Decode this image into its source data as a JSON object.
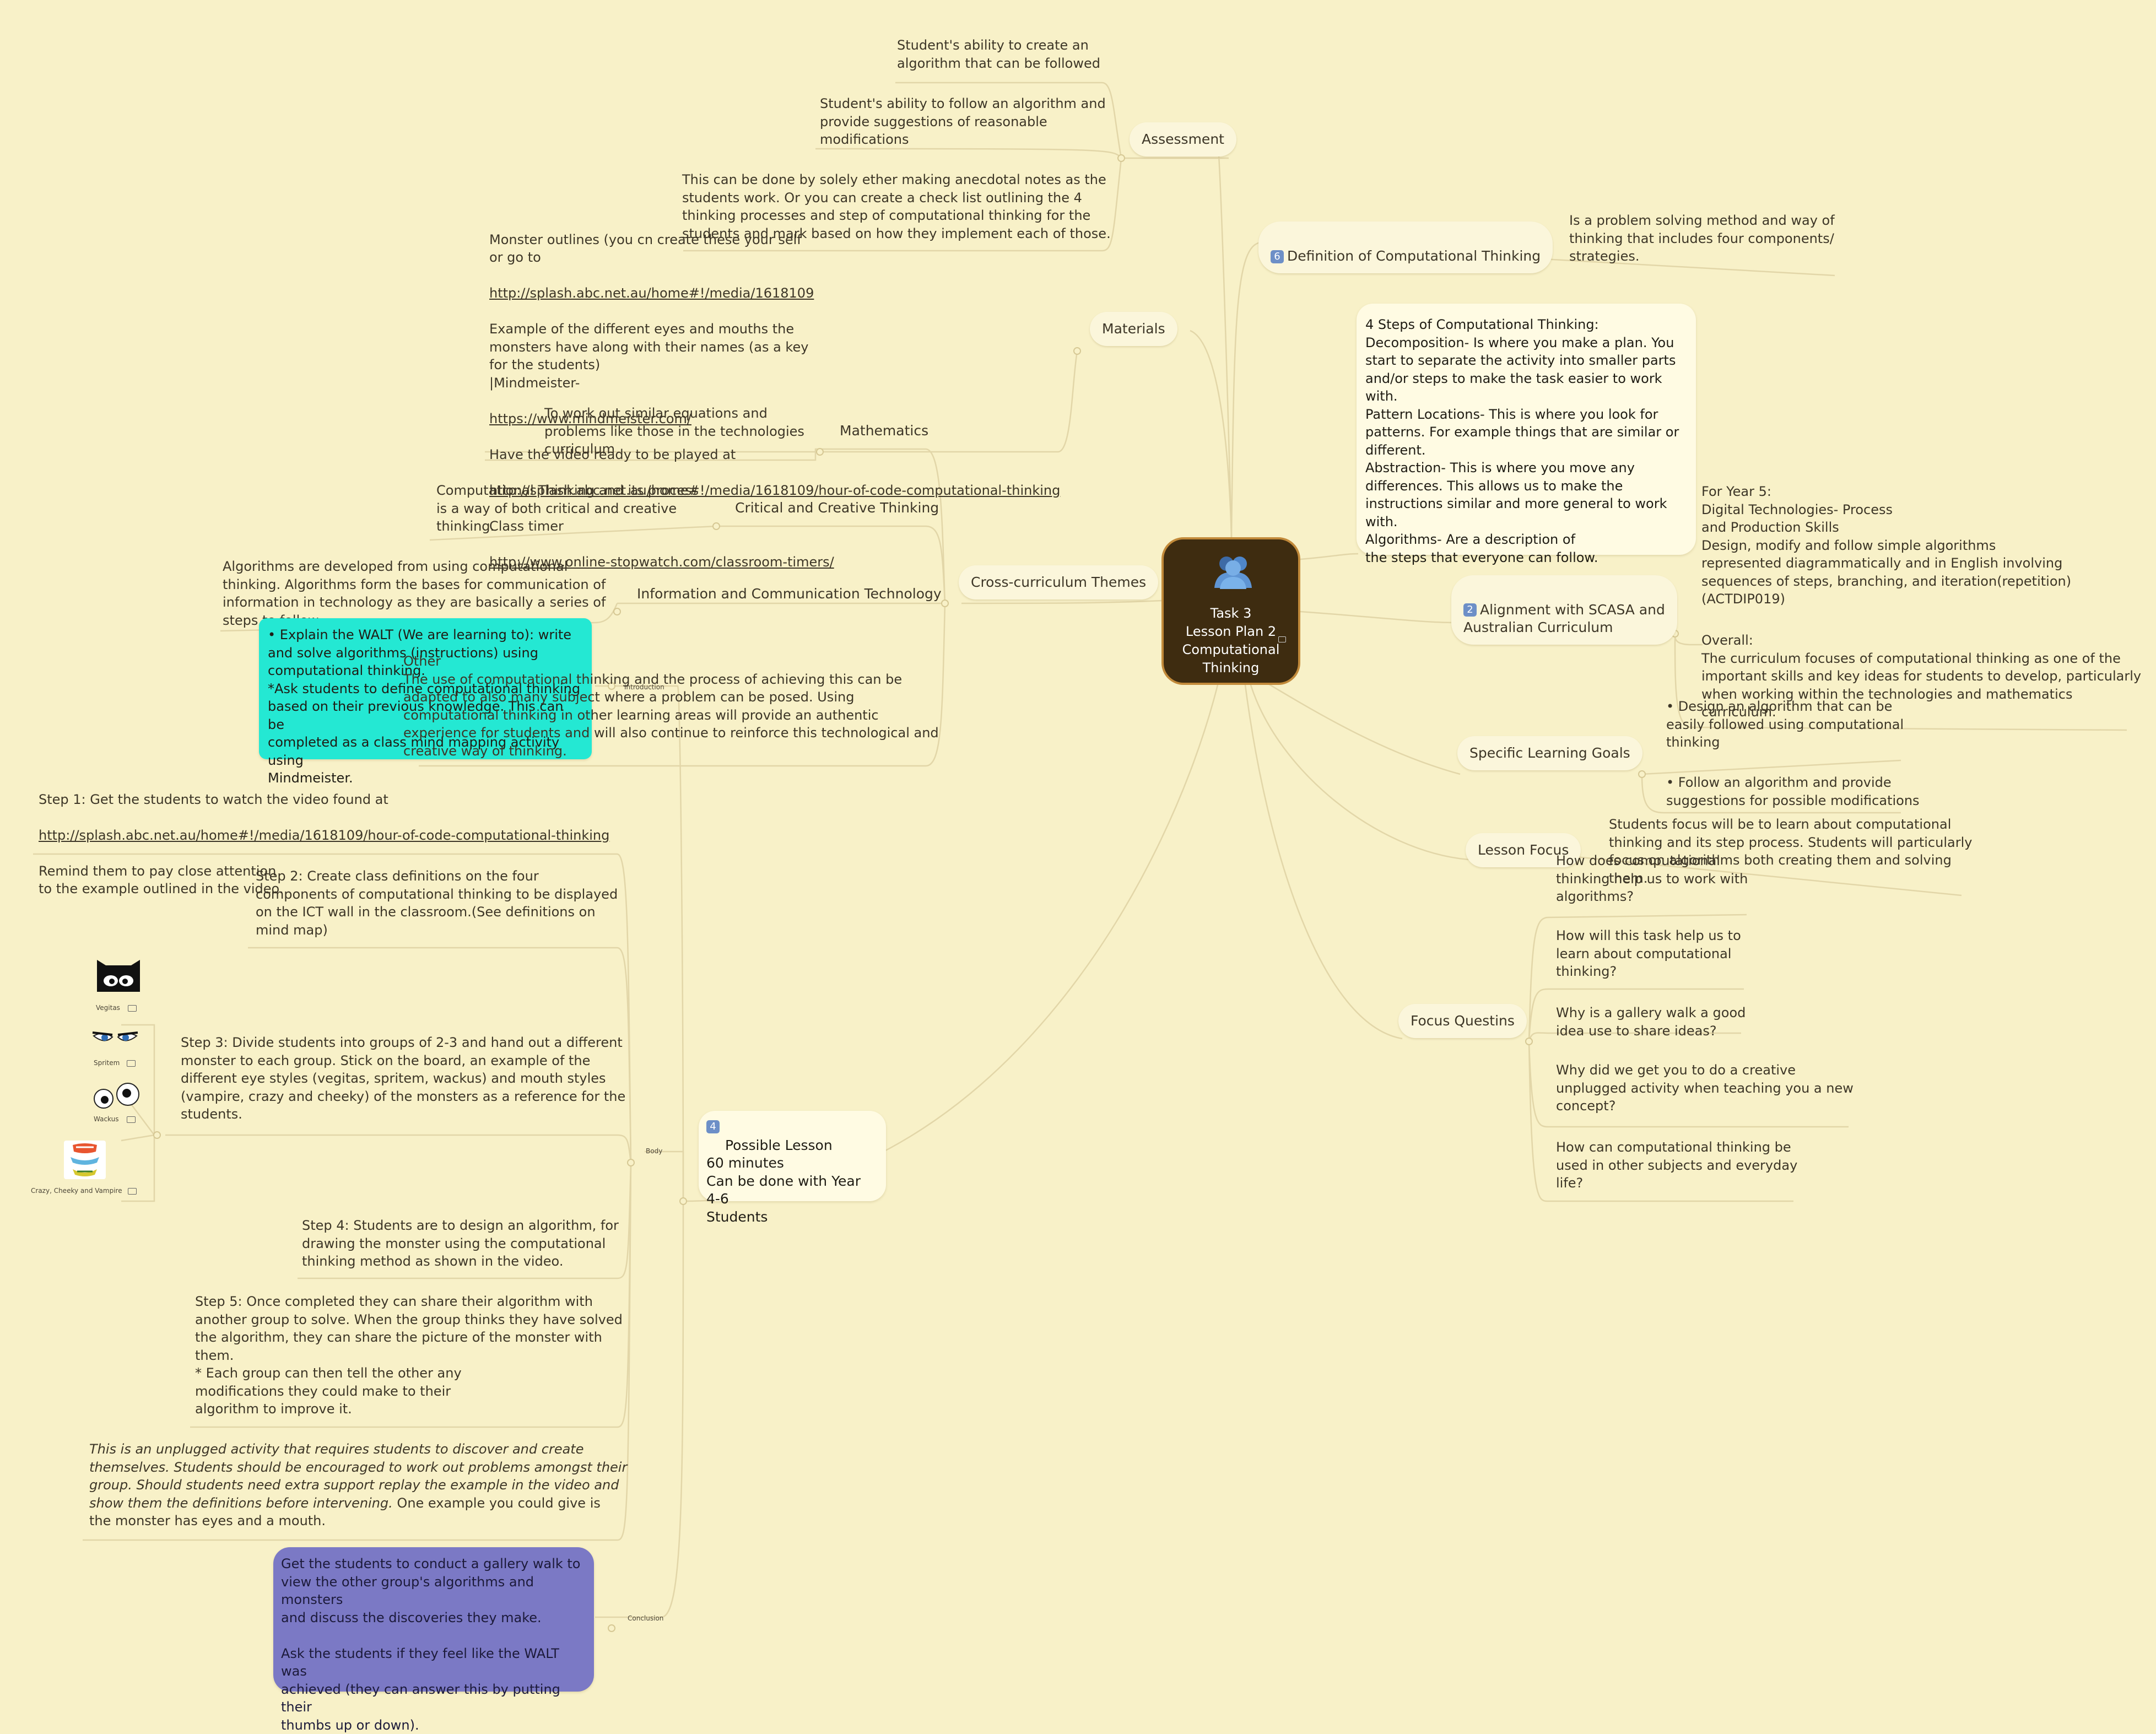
{
  "center": {
    "title": "Task 3\nLesson Plan 2\nComputational\nThinking"
  },
  "topics": {
    "assessment": "Assessment",
    "materials": "Materials",
    "cross_curriculum": "Cross-curriculum Themes",
    "definition": "Definition of Computational Thinking",
    "definition_badge": "6",
    "alignment": "Alignment with SCASA and\nAustralian Curriculum",
    "alignment_badge": "2",
    "learning_goals": "Specific Learning Goals",
    "lesson_focus": "Lesson Focus",
    "focus_questions": "Focus Questins",
    "possible_lesson": "Possible Lesson\n60 minutes\nCan be done with Year 4-6\nStudents",
    "possible_lesson_badge": "4"
  },
  "assessment": {
    "item1": "Student's ability to create an\nalgorithm that can be followed",
    "item2": "Student's ability to follow an algorithm and\nprovide suggestions of reasonable\nmodifications",
    "item3": "This can be done by  solely ether making anecdotal notes as the\nstudents work. Or you can create a check list outlining the 4\nthinking processes and step of computational thinking for the\nstudents and mark based on how they implement each of those."
  },
  "materials": {
    "l1": "Monster outlines  (you cn create these your self\nor go to",
    "l1_link": "http://splash.abc.net.au/home#!/media/1618109",
    "l2": "\nExample of the different eyes and mouths the\nmonsters have along with their names (as a key\nfor the students)\n|Mindmeister-",
    "l2_link": "https://www.mindmeister.com/",
    "l3": "Have the video ready to be played at",
    "l3_link": "http://splash.abc.net.au/home#!/media/1618109/hour-of-code-computational-thinking",
    "l4": "Class timer",
    "l4_link": "http://www.online-stopwatch.com/classroom-timers/"
  },
  "cross": {
    "mathematics": "Mathematics",
    "math_text": "To work out similar equations and\nproblems like those in the technologies\ncurriculum",
    "critical": "Critical and Creative Thinking",
    "critical_text": "Computational Thinking and its process\nis a way of both critical and creative\nthinking.",
    "ict": "Information and Communication Technology",
    "ict_text": "Algorithms are developed from using computational\nthinking. Algorithms form the bases for communication of\ninformation in technology as they are basically a series of\nsteps to follow.",
    "other_text": "Other\nThe use of computational thinking and the process of achieving this  can be\nadapted to also many subject where a problem can be posed. Using\ncomputational thinking in other learning areas will provide an authentic\nexperience for students and will also  continue to reinforce this technological and\ncreative way of thinking."
  },
  "definition": {
    "text": "Is a problem solving method and way of\nthinking that includes four components/\nstrategies.",
    "steps": "4 Steps of Computational Thinking:\nDecomposition- Is where you make a plan. You\nstart to separate the activity into smaller parts\nand/or steps to make the task easier to work with.\nPattern Locations- This is where you look for\npatterns. For example things that are similar or\ndifferent.\nAbstraction- This is where you move any\ndifferences. This allows us to make the\ninstructions similar and more general to work\nwith.\nAlgorithms- Are a description of\nthe steps that everyone can follow."
  },
  "alignment": {
    "year5": "For Year 5:\nDigital Technologies- Process\nand Production Skills\nDesign, modify and follow simple algorithms\nrepresented diagrammatically and in English involving\nsequences of steps, branching, and iteration(repetition)\n(ACTDIP019)",
    "overall": "Overall:\nThe curriculum focuses of computational thinking as one of the\nimportant skills and key ideas for students to develop, particularly\nwhen working within the technologies and mathematics\ncurriculum."
  },
  "goals": {
    "g1": "• Design an algorithm that can be\neasily followed using computational\nthinking",
    "g2": "• Follow an algorithm and provide\nsuggestions for possible modifications"
  },
  "focus": {
    "text": "Students focus will be to learn about computational\nthinking and its step process. Students will particularly\nfocus on algorithms both creating them and solving\nthem."
  },
  "questions": {
    "q1": "How does computational\nthinking help us to work with\nalgorithms?",
    "q2": "How will this task help us to\nlearn about computational\nthinking?",
    "q3": "Why is a gallery walk a good\nidea use to share ideas?",
    "q4": "Why did we get you to do a creative\nunplugged activity when teaching you a new\nconcept?",
    "q5": "How can computational thinking be\nused in other subjects and everyday\nlife?"
  },
  "lesson": {
    "introduction_label": "Introduction",
    "body_label": "Body",
    "conclusion_label": "Conclusion",
    "intro_text": "• Explain the WALT (We are learning to): write\nand solve algorithms (instructions) using\ncomputational thinking.\n*Ask students to define computational thinking\nbased on their previous knowledge. This can be\ncompleted as a class mind mapping activity using\nMindmeister.",
    "step1": "Step 1: Get the students to watch the video found at",
    "step1_link": "http://splash.abc.net.au/home#!/media/1618109/hour-of-code-computational-thinking",
    "step1b": "Remind them to pay close attention\nto the example outlined in the video.",
    "step2": "Step 2: Create class definitions on the four\ncomponents of computational thinking to be displayed\non the ICT wall in the classroom.(See definitions on\nmind map)",
    "step3": "Step 3: Divide students into groups of 2-3 and hand out a different\nmonster to each group.  Stick on the board, an example of the\ndifferent eye styles (vegitas, spritem, wackus) and mouth styles\n(vampire, crazy and cheeky) of the monsters as a reference for the\nstudents.",
    "step4": "Step 4: Students are to design an algorithm, for\ndrawing the monster using the computational\nthinking method as shown in the video.",
    "step5": "Step 5: Once completed they can share their algorithm with\nanother group to solve.  When the group thinks they have solved\nthe algorithm, they can share the picture of the monster with\nthem.\n* Each group can then tell the other any\nmodifications they could make to their\nalgorithm to improve it.",
    "note": "This is an unplugged activity that requires students to discover and create\nthemselves. Students should be encouraged to work out problems amongst their\ngroup. Should students need extra support replay the example in the video and\nshow them the definitions before intervening.",
    "note_tail": "   One example you could give is\nthe monster has            eyes and a               mouth.",
    "conclusion_text": "Get the students to conduct a gallery walk to\nview the other group's algorithms and monsters\nand discuss the discoveries they make.\n\nAsk the students if they feel like the WALT was\nachieved (they can answer this by putting their\nthumbs up or down).",
    "img1": "Vegitas",
    "img2": "Spritem",
    "img3": "Wackus",
    "img4": "Crazy, Cheeky and Vampire"
  },
  "colors": {
    "background": "#f8f1c8",
    "intro_box": "#24e8d3",
    "conclusion_box": "#7b79c5",
    "center": "#3e2c10",
    "lines": "#e0d4a6"
  }
}
